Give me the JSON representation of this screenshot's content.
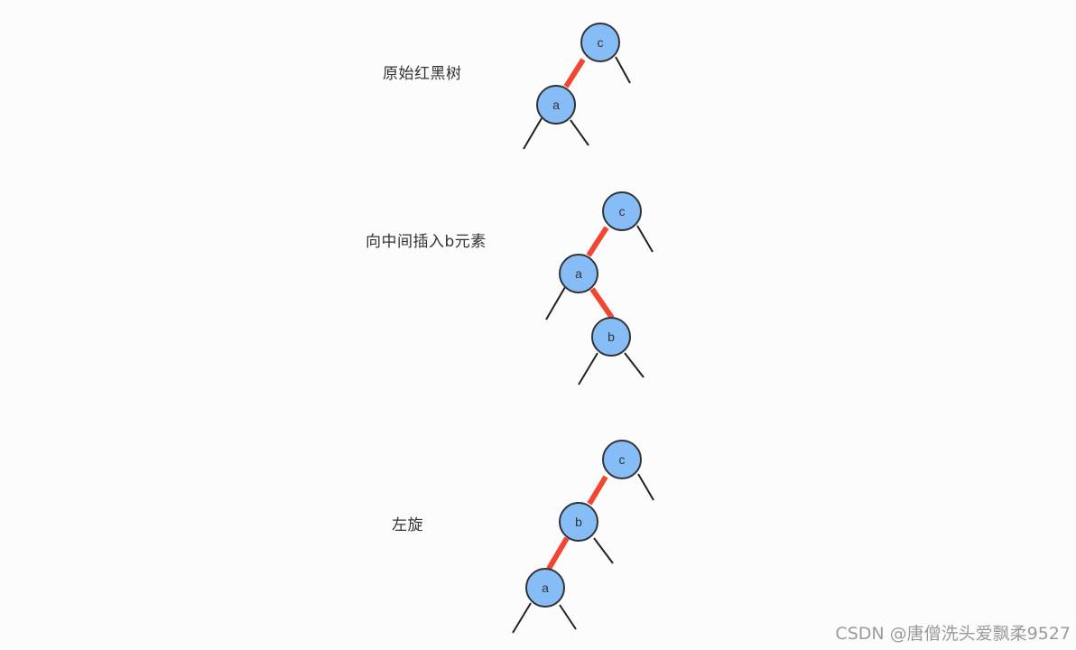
{
  "diagrams": [
    {
      "label": "原始红黑树",
      "nodes": [
        "c",
        "a"
      ]
    },
    {
      "label": "向中间插入b元素",
      "nodes": [
        "c",
        "a",
        "b"
      ]
    },
    {
      "label": "左旋",
      "nodes": [
        "c",
        "b",
        "a"
      ]
    }
  ],
  "colors": {
    "node_fill": "#87bdf7",
    "node_stroke": "#333333",
    "red_link": "#f24532",
    "black_link": "#222222"
  },
  "watermark": "CSDN @唐僧洗头爱飘柔9527"
}
